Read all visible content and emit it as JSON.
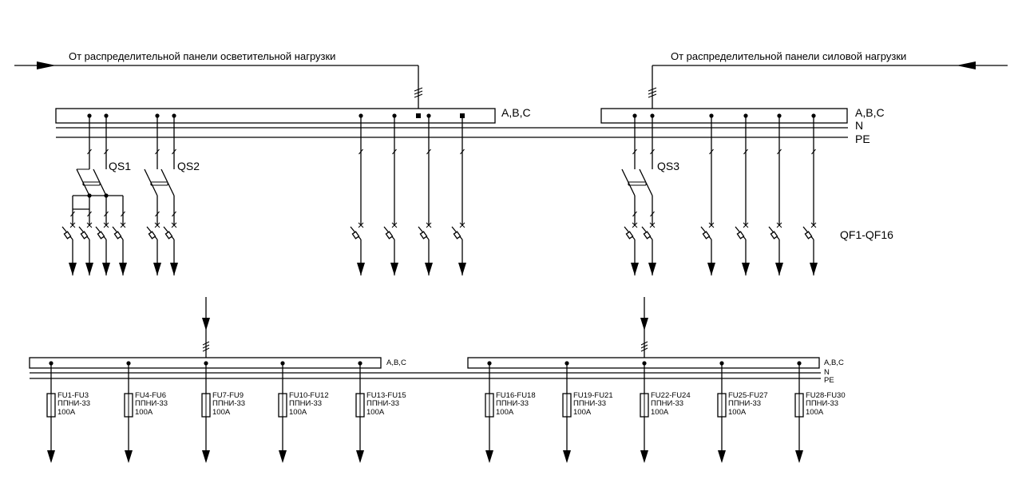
{
  "feeds": {
    "lighting": "От распределительной панели осветительной нагрузки",
    "power": "От распределительной панели силовой нагрузки"
  },
  "buses": {
    "abc": "A,B,C",
    "n": "N",
    "pe": "PE"
  },
  "switches": {
    "qs1": "QS1",
    "qs2": "QS2",
    "qs3": "QS3",
    "qf_range": "QF1-QF16"
  },
  "fuses": [
    {
      "id": "FU1-FU3",
      "type": "ППНИ-33",
      "rating": "100A"
    },
    {
      "id": "FU4-FU6",
      "type": "ППНИ-33",
      "rating": "100A"
    },
    {
      "id": "FU7-FU9",
      "type": "ППНИ-33",
      "rating": "100A"
    },
    {
      "id": "FU10-FU12",
      "type": "ППНИ-33",
      "rating": "100A"
    },
    {
      "id": "FU13-FU15",
      "type": "ППНИ-33",
      "rating": "100A"
    },
    {
      "id": "FU16-FU18",
      "type": "ППНИ-33",
      "rating": "100A"
    },
    {
      "id": "FU19-FU21",
      "type": "ППНИ-33",
      "rating": "100A"
    },
    {
      "id": "FU22-FU24",
      "type": "ППНИ-33",
      "rating": "100A"
    },
    {
      "id": "FU25-FU27",
      "type": "ППНИ-33",
      "rating": "100A"
    },
    {
      "id": "FU28-FU30",
      "type": "ППНИ-33",
      "rating": "100A"
    }
  ]
}
